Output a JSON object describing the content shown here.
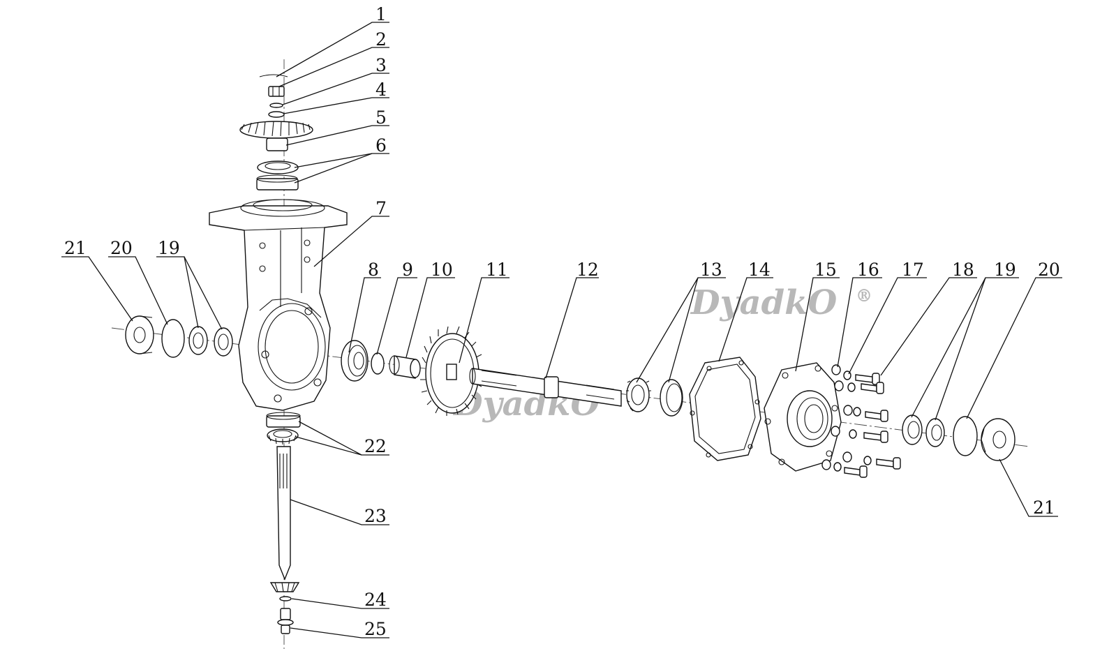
{
  "labels": [
    {
      "id": "l1",
      "text": "1"
    },
    {
      "id": "l2",
      "text": "2"
    },
    {
      "id": "l3",
      "text": "3"
    },
    {
      "id": "l4",
      "text": "4"
    },
    {
      "id": "l5",
      "text": "5"
    },
    {
      "id": "l6",
      "text": "6"
    },
    {
      "id": "l7",
      "text": "7"
    },
    {
      "id": "l8",
      "text": "8"
    },
    {
      "id": "l9",
      "text": "9"
    },
    {
      "id": "l10",
      "text": "10"
    },
    {
      "id": "l11",
      "text": "11"
    },
    {
      "id": "l12",
      "text": "12"
    },
    {
      "id": "l13",
      "text": "13"
    },
    {
      "id": "l14",
      "text": "14"
    },
    {
      "id": "l15",
      "text": "15"
    },
    {
      "id": "l16",
      "text": "16"
    },
    {
      "id": "l17",
      "text": "17"
    },
    {
      "id": "l18",
      "text": "18"
    },
    {
      "id": "l19r",
      "text": "19"
    },
    {
      "id": "l20r",
      "text": "20"
    },
    {
      "id": "l21l",
      "text": "21"
    },
    {
      "id": "l20l",
      "text": "20"
    },
    {
      "id": "l19l",
      "text": "19"
    },
    {
      "id": "l21r",
      "text": "21"
    },
    {
      "id": "l22",
      "text": "22"
    },
    {
      "id": "l23",
      "text": "23"
    },
    {
      "id": "l24",
      "text": "24"
    },
    {
      "id": "l25",
      "text": "25"
    }
  ],
  "watermark": {
    "text": "DyadkO",
    "mark": "®",
    "text2": "DyadkO"
  },
  "colors": {
    "ink": "#111111",
    "watermark": "#b8b8b8"
  }
}
